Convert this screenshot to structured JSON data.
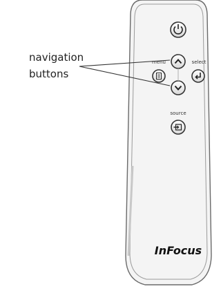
{
  "callout": {
    "line1": "navigation",
    "line2": "buttons"
  },
  "remote": {
    "menu_label": "menu",
    "select_label": "select",
    "source_label": "source",
    "brand": "InFocus"
  },
  "icons": {
    "power": "power-icon",
    "up": "chevron-up-icon",
    "down": "chevron-down-icon",
    "menu": "menu-icon",
    "select": "enter-icon",
    "source": "source-input-icon"
  }
}
